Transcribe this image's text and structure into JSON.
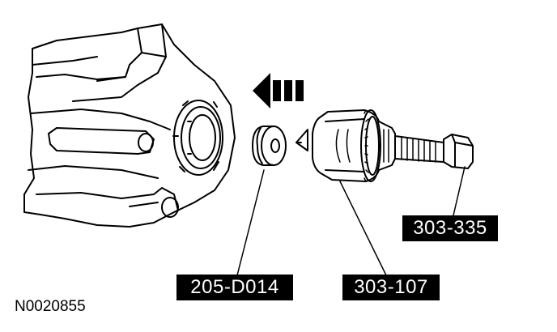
{
  "callouts": {
    "remover_adapter": "205-D014",
    "installer_body": "303-107",
    "forcing_screw": "303-335"
  },
  "figure_id": "N0020855",
  "colors": {
    "ink": "#000000",
    "paper": "#ffffff",
    "label_text": "#ffffff"
  },
  "icons": {
    "direction": "dashed-arrow-left-icon"
  }
}
